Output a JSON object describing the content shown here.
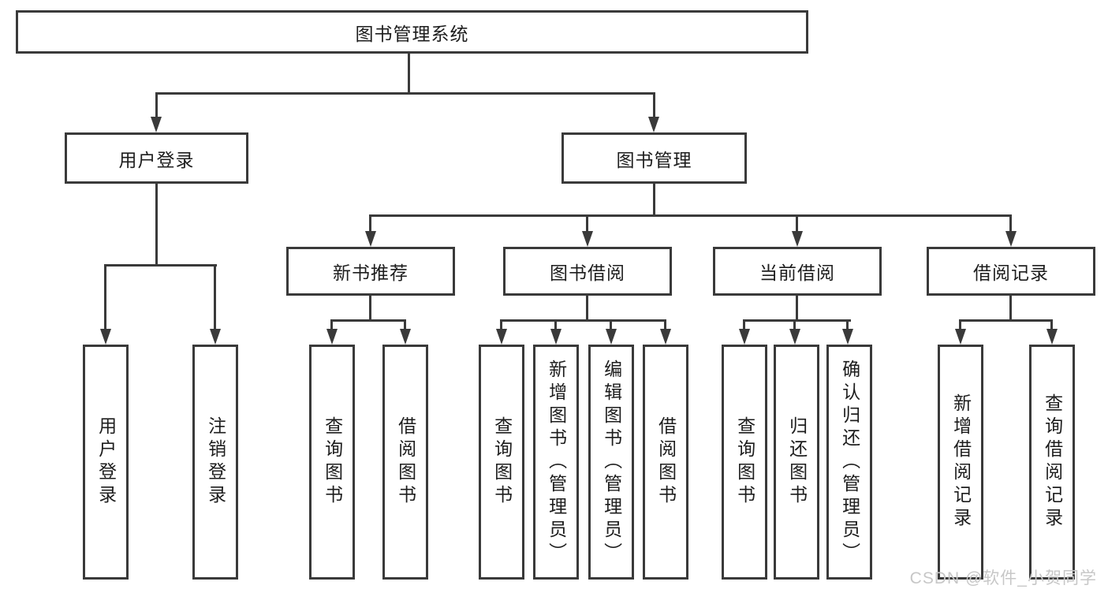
{
  "nodes": {
    "root": "图书管理系统",
    "user_login": "用户登录",
    "book_mgmt": "图书管理",
    "login_user_login": "用户登录",
    "login_logout": "注销登录",
    "new_book_rec": "新书推荐",
    "book_borrow": "图书借阅",
    "current_borrow": "当前借阅",
    "borrow_record": "借阅记录",
    "nb_query_books": "查询图书",
    "nb_borrow_books": "借阅图书",
    "bb_query_books": "查询图书",
    "bb_add_books": "新增图书（管理员）",
    "bb_edit_books": "编辑图书（管理员）",
    "bb_borrow_books": "借阅图书",
    "cb_query_books": "查询图书",
    "cb_return_books": "归还图书",
    "cb_confirm_return": "确认归还（管理员）",
    "br_add_record": "新增借阅记录",
    "br_query_record": "查询借阅记录"
  },
  "watermark": {
    "text": "CSDN @软件_小贺同学"
  },
  "colors": {
    "line": "#3a3a3a",
    "text": "#1d1d1d",
    "watermark": "#c7c7c7"
  }
}
